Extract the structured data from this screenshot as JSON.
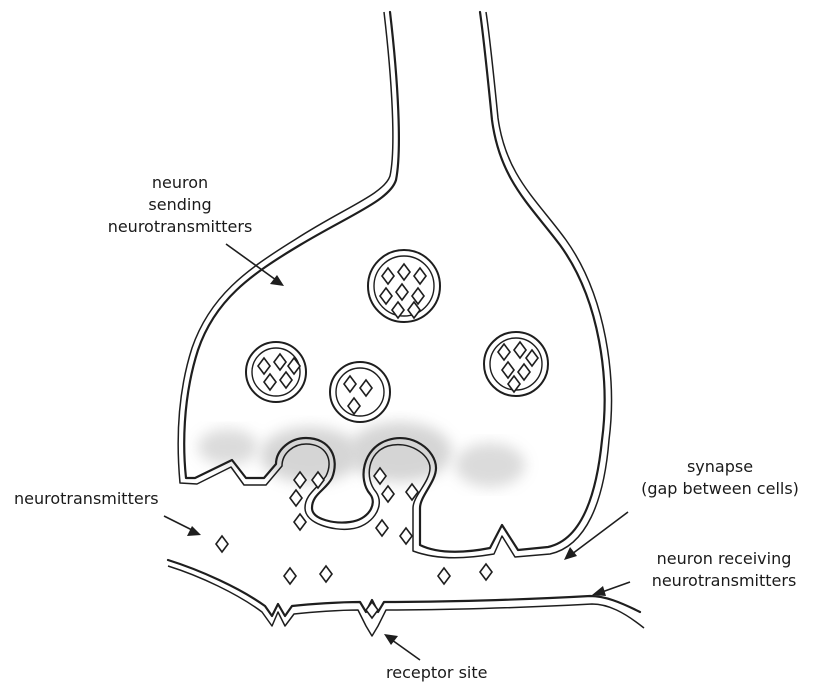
{
  "labels": {
    "sending_neuron_line1": "neuron",
    "sending_neuron_line2": "sending",
    "sending_neuron_line3": "neurotransmitters",
    "neurotransmitters": "neurotransmitters",
    "synapse_line1": "synapse",
    "synapse_line2": "(gap between cells)",
    "receiving_neuron_line1": "neuron receiving",
    "receiving_neuron_line2": "neurotransmitters",
    "receptor_site": "receptor site"
  }
}
